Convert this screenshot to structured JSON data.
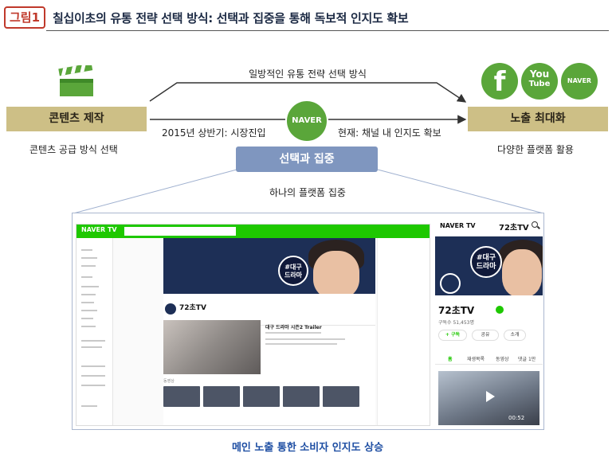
{
  "figure": {
    "tag": "그림1",
    "title": "칠십이초의 유통 전략 선택 방식: 선택과 집중을 통해 독보적 인지도 확보"
  },
  "nodes": {
    "content": {
      "label": "콘텐츠 제작",
      "caption": "콘텐츠 공급 방식 선택"
    },
    "exposure": {
      "label": "노출 최대화",
      "caption": "다양한 플랫폼 활용"
    },
    "focus": {
      "label": "선택과 집중",
      "caption": "하나의 플랫폼 집중"
    }
  },
  "edges": {
    "top": "일방적인 유통 전략 선택 방식",
    "left": "2015년 상반기: 시장진입",
    "right": "현재: 채널 내 인지도 확보"
  },
  "logos": {
    "naver_center": "NAVER",
    "facebook": "f",
    "youtube_line1": "You",
    "youtube_line2": "Tube",
    "naver_right": "NAVER"
  },
  "screenshot": {
    "pc": {
      "logo": "NAVER TV",
      "channel_name": "72초TV",
      "video_title": "대구 드라마 시즌2 Trailer",
      "section_label": "동영상",
      "banner_headline1": "#대구",
      "banner_headline2": "드라마"
    },
    "mobile": {
      "logo": "NAVER TV",
      "title": "72초TV",
      "channel_name": "72초TV",
      "subscribers": "구독수 51,453명",
      "subscribe_button": "+ 구독",
      "share_button": "공유",
      "intro_button": "소개",
      "tabs": [
        "홈",
        "재생목록",
        "동영상",
        "댓글 1만"
      ],
      "video_time": "00:52",
      "banner_headline1": "#대구",
      "banner_headline2": "드라마"
    }
  },
  "bottom_caption": "메인 노출 통한 소비자 인지도 상승",
  "colors": {
    "gold": "#cdbf86",
    "blue": "#7f96bf",
    "naver_green": "#5aa63a",
    "title_red": "#c0392b",
    "caption_blue": "#1f4fa3"
  }
}
